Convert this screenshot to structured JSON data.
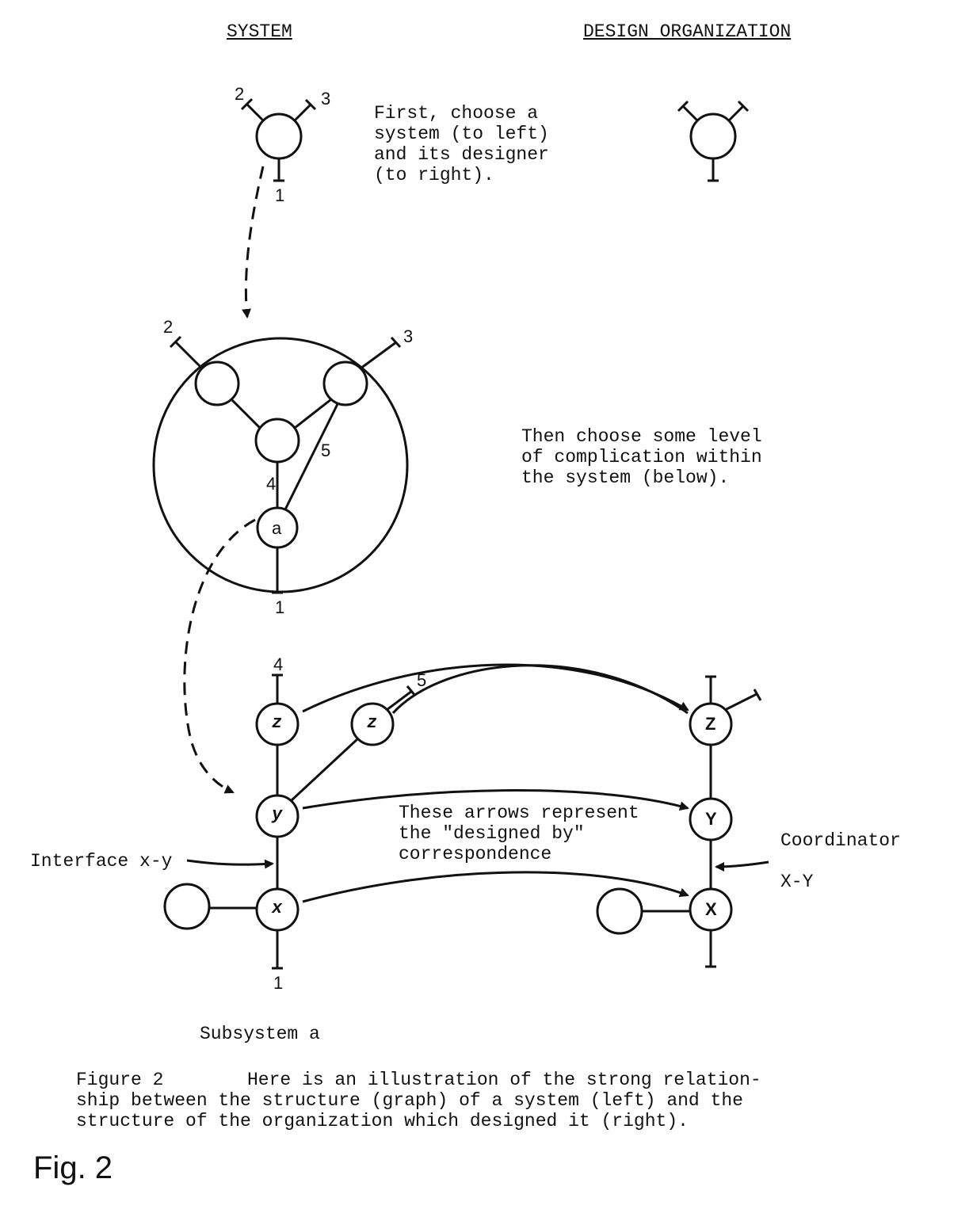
{
  "headers": {
    "system": "SYSTEM",
    "design_org": "DESIGN ORGANIZATION"
  },
  "notes": {
    "step1": "First, choose a\nsystem (to left)\nand its designer\n(to right).",
    "step2": "Then choose some level\nof complication within\nthe system (below).",
    "arrows_note": "These arrows represent\nthe \"designed by\"\ncorrespondence"
  },
  "labels": {
    "top_port_2": "2",
    "top_port_3": "3",
    "top_port_1": "1",
    "mid_port_2": "2",
    "mid_port_3": "3",
    "mid_link_4": "4",
    "mid_link_5": "5",
    "mid_node_a": "a",
    "mid_port_1": "1",
    "low_port_4": "4",
    "low_port_5": "5",
    "low_port_1": "1",
    "node_z": "z",
    "node_z2": "z",
    "node_y": "y",
    "node_x": "x",
    "node_Z": "Z",
    "node_Y": "Y",
    "node_X": "X",
    "interface": "Interface x-y",
    "coordinator": "Coordinator",
    "coordinator_xy": "X-Y",
    "subsystem": "Subsystem a"
  },
  "caption": {
    "label": "Figure 2",
    "text": "Here is an illustration of the strong relation-\nship between the structure (graph) of a system (left) and the\nstructure of the organization which designed it (right)."
  },
  "fig_label": "Fig. 2"
}
